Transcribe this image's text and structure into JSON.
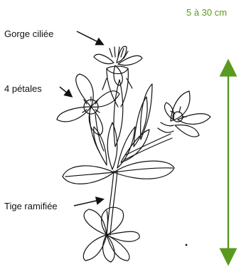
{
  "size_range": "5 à 30  cm",
  "annotations": {
    "throat": "Gorge ciliée",
    "petals": "4 pétales",
    "stem": "Tige ramifiée"
  },
  "colors": {
    "measure": "#5a9a1e",
    "ink": "#111111"
  }
}
